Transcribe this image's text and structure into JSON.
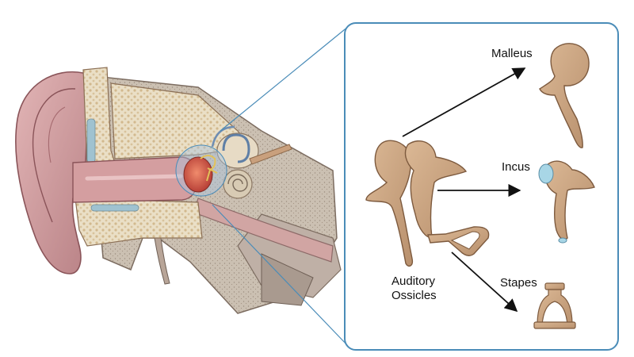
{
  "labels": {
    "malleus": "Malleus",
    "incus": "Incus",
    "stapes": "Stapes",
    "ossicles_line1": "Auditory",
    "ossicles_line2": "Ossicles"
  },
  "colors": {
    "bone": "#c9a07d",
    "bone_dark": "#8e6a4c",
    "skin": "#d9a5a8",
    "skin_dark": "#a86d73",
    "tissue": "#b7a79c",
    "spongy_bone": "#e8dcc2",
    "inner_ear_blue": "#9cb7c9",
    "frame_border": "#4a8cb8",
    "cartilage_blue": "#a8d6e6",
    "eardrum_red": "#d9564a"
  }
}
